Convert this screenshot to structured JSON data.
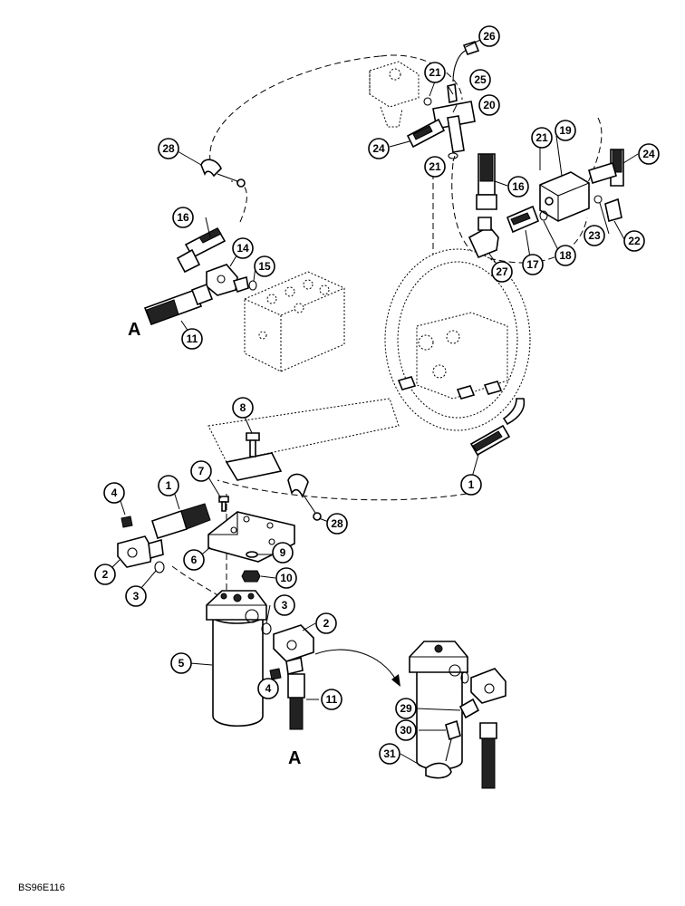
{
  "figure_code": "BS96E116",
  "ref_letters": [
    "A",
    "A"
  ],
  "callouts": [
    {
      "id": "c26",
      "label": "26"
    },
    {
      "id": "c21a",
      "label": "21"
    },
    {
      "id": "c25",
      "label": "25"
    },
    {
      "id": "c20",
      "label": "20"
    },
    {
      "id": "c28a",
      "label": "28"
    },
    {
      "id": "c24a",
      "label": "24"
    },
    {
      "id": "c21b",
      "label": "21"
    },
    {
      "id": "c21c",
      "label": "21"
    },
    {
      "id": "c19",
      "label": "19"
    },
    {
      "id": "c24b",
      "label": "24"
    },
    {
      "id": "c16a",
      "label": "16"
    },
    {
      "id": "c16b",
      "label": "16"
    },
    {
      "id": "c14",
      "label": "14"
    },
    {
      "id": "c15",
      "label": "15"
    },
    {
      "id": "c11a",
      "label": "11"
    },
    {
      "id": "c23",
      "label": "23"
    },
    {
      "id": "c22",
      "label": "22"
    },
    {
      "id": "c27",
      "label": "27"
    },
    {
      "id": "c17",
      "label": "17"
    },
    {
      "id": "c18",
      "label": "18"
    },
    {
      "id": "c8",
      "label": "8"
    },
    {
      "id": "c7",
      "label": "7"
    },
    {
      "id": "c4a",
      "label": "4"
    },
    {
      "id": "c1a",
      "label": "1"
    },
    {
      "id": "c1b",
      "label": "1"
    },
    {
      "id": "c28b",
      "label": "28"
    },
    {
      "id": "c2a",
      "label": "2"
    },
    {
      "id": "c6",
      "label": "6"
    },
    {
      "id": "c9",
      "label": "9"
    },
    {
      "id": "c3a",
      "label": "3"
    },
    {
      "id": "c10",
      "label": "10"
    },
    {
      "id": "c3b",
      "label": "3"
    },
    {
      "id": "c2b",
      "label": "2"
    },
    {
      "id": "c5",
      "label": "5"
    },
    {
      "id": "c4b",
      "label": "4"
    },
    {
      "id": "c11b",
      "label": "11"
    },
    {
      "id": "c29",
      "label": "29"
    },
    {
      "id": "c30",
      "label": "30"
    },
    {
      "id": "c31",
      "label": "31"
    }
  ]
}
